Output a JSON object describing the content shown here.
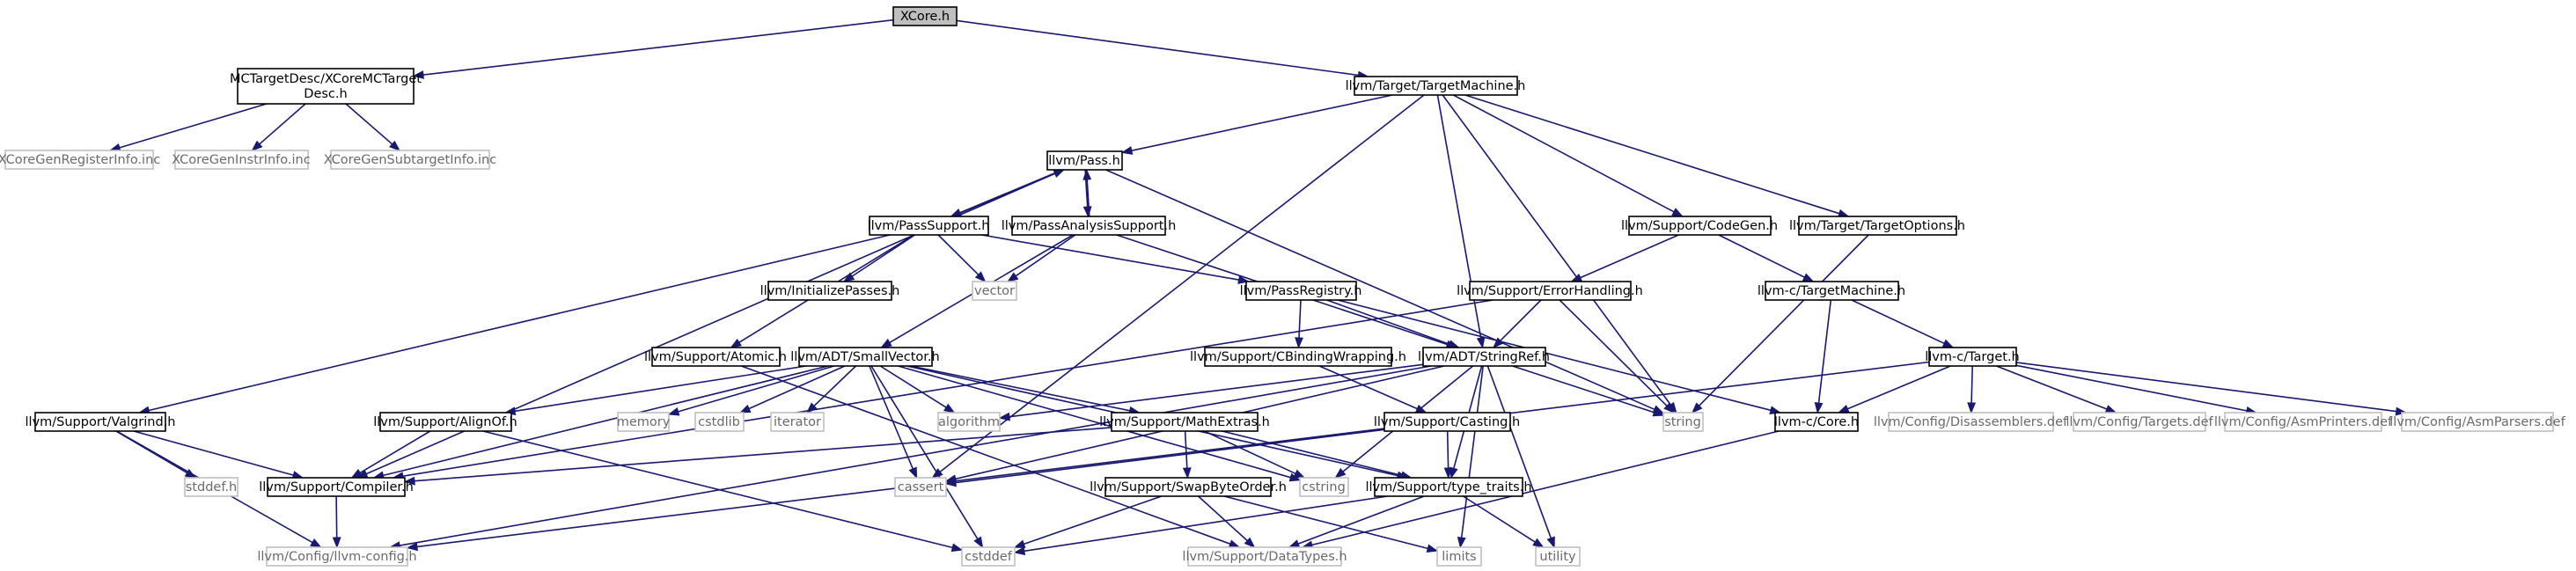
{
  "diagram": {
    "nodes": [
      {
        "id": "n_xcore",
        "label": "XCore.h",
        "style": "root"
      },
      {
        "id": "n_mctarget",
        "label": "MCTargetDesc/XCoreMCTarget",
        "label2": "Desc.h",
        "style": "solid"
      },
      {
        "id": "n_targetmachine",
        "label": "llvm/Target/TargetMachine.h",
        "style": "solid"
      },
      {
        "id": "n_reginfo",
        "label": "XCoreGenRegisterInfo.inc",
        "style": "light"
      },
      {
        "id": "n_instrinfo",
        "label": "XCoreGenInstrInfo.inc",
        "style": "light"
      },
      {
        "id": "n_subtarget",
        "label": "XCoreGenSubtargetInfo.inc",
        "style": "light"
      },
      {
        "id": "n_pass",
        "label": "llvm/Pass.h",
        "style": "solid"
      },
      {
        "id": "n_passsupport",
        "label": "llvm/PassSupport.h",
        "style": "solid"
      },
      {
        "id": "n_passanalysis",
        "label": "llvm/PassAnalysisSupport.h",
        "style": "solid"
      },
      {
        "id": "n_codegen",
        "label": "llvm/Support/CodeGen.h",
        "style": "solid"
      },
      {
        "id": "n_targetoptions",
        "label": "llvm/Target/TargetOptions.h",
        "style": "solid"
      },
      {
        "id": "n_initpasses",
        "label": "llvm/InitializePasses.h",
        "style": "solid"
      },
      {
        "id": "n_vector",
        "label": "vector",
        "style": "light"
      },
      {
        "id": "n_passregistry",
        "label": "llvm/PassRegistry.h",
        "style": "solid"
      },
      {
        "id": "n_errorhandling",
        "label": "llvm/Support/ErrorHandling.h",
        "style": "solid"
      },
      {
        "id": "n_ctargetmachine",
        "label": "llvm-c/TargetMachine.h",
        "style": "solid"
      },
      {
        "id": "n_atomic",
        "label": "llvm/Support/Atomic.h",
        "style": "solid"
      },
      {
        "id": "n_smallvector",
        "label": "llvm/ADT/SmallVector.h",
        "style": "solid"
      },
      {
        "id": "n_cbinding",
        "label": "llvm/Support/CBindingWrapping.h",
        "style": "solid"
      },
      {
        "id": "n_stringref",
        "label": "llvm/ADT/StringRef.h",
        "style": "solid"
      },
      {
        "id": "n_ctarget",
        "label": "llvm-c/Target.h",
        "style": "solid"
      },
      {
        "id": "n_valgrind",
        "label": "llvm/Support/Valgrind.h",
        "style": "solid"
      },
      {
        "id": "n_alignof",
        "label": "llvm/Support/AlignOf.h",
        "style": "solid"
      },
      {
        "id": "n_memory",
        "label": "memory",
        "style": "light"
      },
      {
        "id": "n_cstdlib",
        "label": "cstdlib",
        "style": "light"
      },
      {
        "id": "n_iterator",
        "label": "iterator",
        "style": "light"
      },
      {
        "id": "n_algorithm",
        "label": "algorithm",
        "style": "light"
      },
      {
        "id": "n_mathextras",
        "label": "llvm/Support/MathExtras.h",
        "style": "solid"
      },
      {
        "id": "n_casting",
        "label": "llvm/Support/Casting.h",
        "style": "solid"
      },
      {
        "id": "n_string",
        "label": "string",
        "style": "light"
      },
      {
        "id": "n_ccore",
        "label": "llvm-c/Core.h",
        "style": "solid"
      },
      {
        "id": "n_disassemblers",
        "label": "llvm/Config/Disassemblers.def",
        "style": "light"
      },
      {
        "id": "n_targets",
        "label": "llvm/Config/Targets.def",
        "style": "light"
      },
      {
        "id": "n_asmprinters",
        "label": "llvm/Config/AsmPrinters.def",
        "style": "light"
      },
      {
        "id": "n_asmparsers",
        "label": "llvm/Config/AsmParsers.def",
        "style": "light"
      },
      {
        "id": "n_stddef",
        "label": "stddef.h",
        "style": "light"
      },
      {
        "id": "n_compiler",
        "label": "llvm/Support/Compiler.h",
        "style": "solid"
      },
      {
        "id": "n_cassert",
        "label": "cassert",
        "style": "light"
      },
      {
        "id": "n_cstring",
        "label": "cstring",
        "style": "light"
      },
      {
        "id": "n_typetraits",
        "label": "llvm/Support/type_traits.h",
        "style": "solid"
      },
      {
        "id": "n_swapbyteorder",
        "label": "llvm/Support/SwapByteOrder.h",
        "style": "solid"
      },
      {
        "id": "n_llvmconfig",
        "label": "llvm/Config/llvm-config.h",
        "style": "light"
      },
      {
        "id": "n_cstddef",
        "label": "cstddef",
        "style": "light"
      },
      {
        "id": "n_datatypes",
        "label": "llvm/Support/DataTypes.h",
        "style": "light"
      },
      {
        "id": "n_limits",
        "label": "limits",
        "style": "light"
      },
      {
        "id": "n_utility",
        "label": "utility",
        "style": "light"
      }
    ],
    "edges": [
      [
        "n_xcore",
        "n_mctarget"
      ],
      [
        "n_xcore",
        "n_targetmachine"
      ],
      [
        "n_mctarget",
        "n_reginfo"
      ],
      [
        "n_mctarget",
        "n_instrinfo"
      ],
      [
        "n_mctarget",
        "n_subtarget"
      ],
      [
        "n_targetmachine",
        "n_pass"
      ],
      [
        "n_targetmachine",
        "n_codegen"
      ],
      [
        "n_targetmachine",
        "n_targetoptions"
      ],
      [
        "n_targetmachine",
        "n_stringref"
      ],
      [
        "n_targetmachine",
        "n_string"
      ],
      [
        "n_targetmachine",
        "n_cassert"
      ],
      [
        "n_pass",
        "n_passsupport"
      ],
      [
        "n_pass",
        "n_passanalysis"
      ],
      [
        "n_pass",
        "n_compiler"
      ],
      [
        "n_pass",
        "n_string"
      ],
      [
        "n_passsupport",
        "n_pass"
      ],
      [
        "n_passsupport",
        "n_initpasses"
      ],
      [
        "n_passsupport",
        "n_vector"
      ],
      [
        "n_passsupport",
        "n_passregistry"
      ],
      [
        "n_passsupport",
        "n_atomic"
      ],
      [
        "n_passsupport",
        "n_valgrind"
      ],
      [
        "n_passanalysis",
        "n_pass"
      ],
      [
        "n_passanalysis",
        "n_vector"
      ],
      [
        "n_passanalysis",
        "n_smallvector"
      ],
      [
        "n_passanalysis",
        "n_stringref"
      ],
      [
        "n_codegen",
        "n_errorhandling"
      ],
      [
        "n_codegen",
        "n_ctargetmachine"
      ],
      [
        "n_targetoptions",
        "n_string"
      ],
      [
        "n_passregistry",
        "n_cbinding"
      ],
      [
        "n_passregistry",
        "n_stringref"
      ],
      [
        "n_passregistry",
        "n_ccore"
      ],
      [
        "n_errorhandling",
        "n_stringref"
      ],
      [
        "n_errorhandling",
        "n_compiler"
      ],
      [
        "n_errorhandling",
        "n_string"
      ],
      [
        "n_ctargetmachine",
        "n_ctarget"
      ],
      [
        "n_ctargetmachine",
        "n_ccore"
      ],
      [
        "n_atomic",
        "n_datatypes"
      ],
      [
        "n_smallvector",
        "n_alignof"
      ],
      [
        "n_smallvector",
        "n_memory"
      ],
      [
        "n_smallvector",
        "n_cstdlib"
      ],
      [
        "n_smallvector",
        "n_iterator"
      ],
      [
        "n_smallvector",
        "n_algorithm"
      ],
      [
        "n_smallvector",
        "n_mathextras"
      ],
      [
        "n_smallvector",
        "n_compiler"
      ],
      [
        "n_smallvector",
        "n_cassert"
      ],
      [
        "n_smallvector",
        "n_cstring"
      ],
      [
        "n_smallvector",
        "n_typetraits"
      ],
      [
        "n_smallvector",
        "n_cstddef"
      ],
      [
        "n_cbinding",
        "n_casting"
      ],
      [
        "n_stringref",
        "n_algorithm"
      ],
      [
        "n_stringref",
        "n_cassert"
      ],
      [
        "n_stringref",
        "n_cstring"
      ],
      [
        "n_stringref",
        "n_string"
      ],
      [
        "n_stringref",
        "n_typetraits"
      ],
      [
        "n_stringref",
        "n_limits"
      ],
      [
        "n_stringref",
        "n_utility"
      ],
      [
        "n_stringref",
        "n_llvmconfig"
      ],
      [
        "n_ctarget",
        "n_ccore"
      ],
      [
        "n_ctarget",
        "n_disassemblers"
      ],
      [
        "n_ctarget",
        "n_targets"
      ],
      [
        "n_ctarget",
        "n_asmprinters"
      ],
      [
        "n_ctarget",
        "n_asmparsers"
      ],
      [
        "n_ctarget",
        "n_llvmconfig"
      ],
      [
        "n_valgrind",
        "n_stddef"
      ],
      [
        "n_valgrind",
        "n_compiler"
      ],
      [
        "n_valgrind",
        "n_llvmconfig"
      ],
      [
        "n_alignof",
        "n_compiler"
      ],
      [
        "n_alignof",
        "n_cstddef"
      ],
      [
        "n_mathextras",
        "n_compiler"
      ],
      [
        "n_mathextras",
        "n_swapbyteorder"
      ],
      [
        "n_mathextras",
        "n_cstring"
      ],
      [
        "n_mathextras",
        "n_typetraits"
      ],
      [
        "n_casting",
        "n_typetraits"
      ],
      [
        "n_casting",
        "n_cassert"
      ],
      [
        "n_ccore",
        "n_datatypes"
      ],
      [
        "n_compiler",
        "n_llvmconfig"
      ],
      [
        "n_typetraits",
        "n_datatypes"
      ],
      [
        "n_typetraits",
        "n_cstddef"
      ],
      [
        "n_typetraits",
        "n_utility"
      ],
      [
        "n_swapbyteorder",
        "n_cstddef"
      ],
      [
        "n_swapbyteorder",
        "n_datatypes"
      ],
      [
        "n_swapbyteorder",
        "n_limits"
      ]
    ]
  }
}
